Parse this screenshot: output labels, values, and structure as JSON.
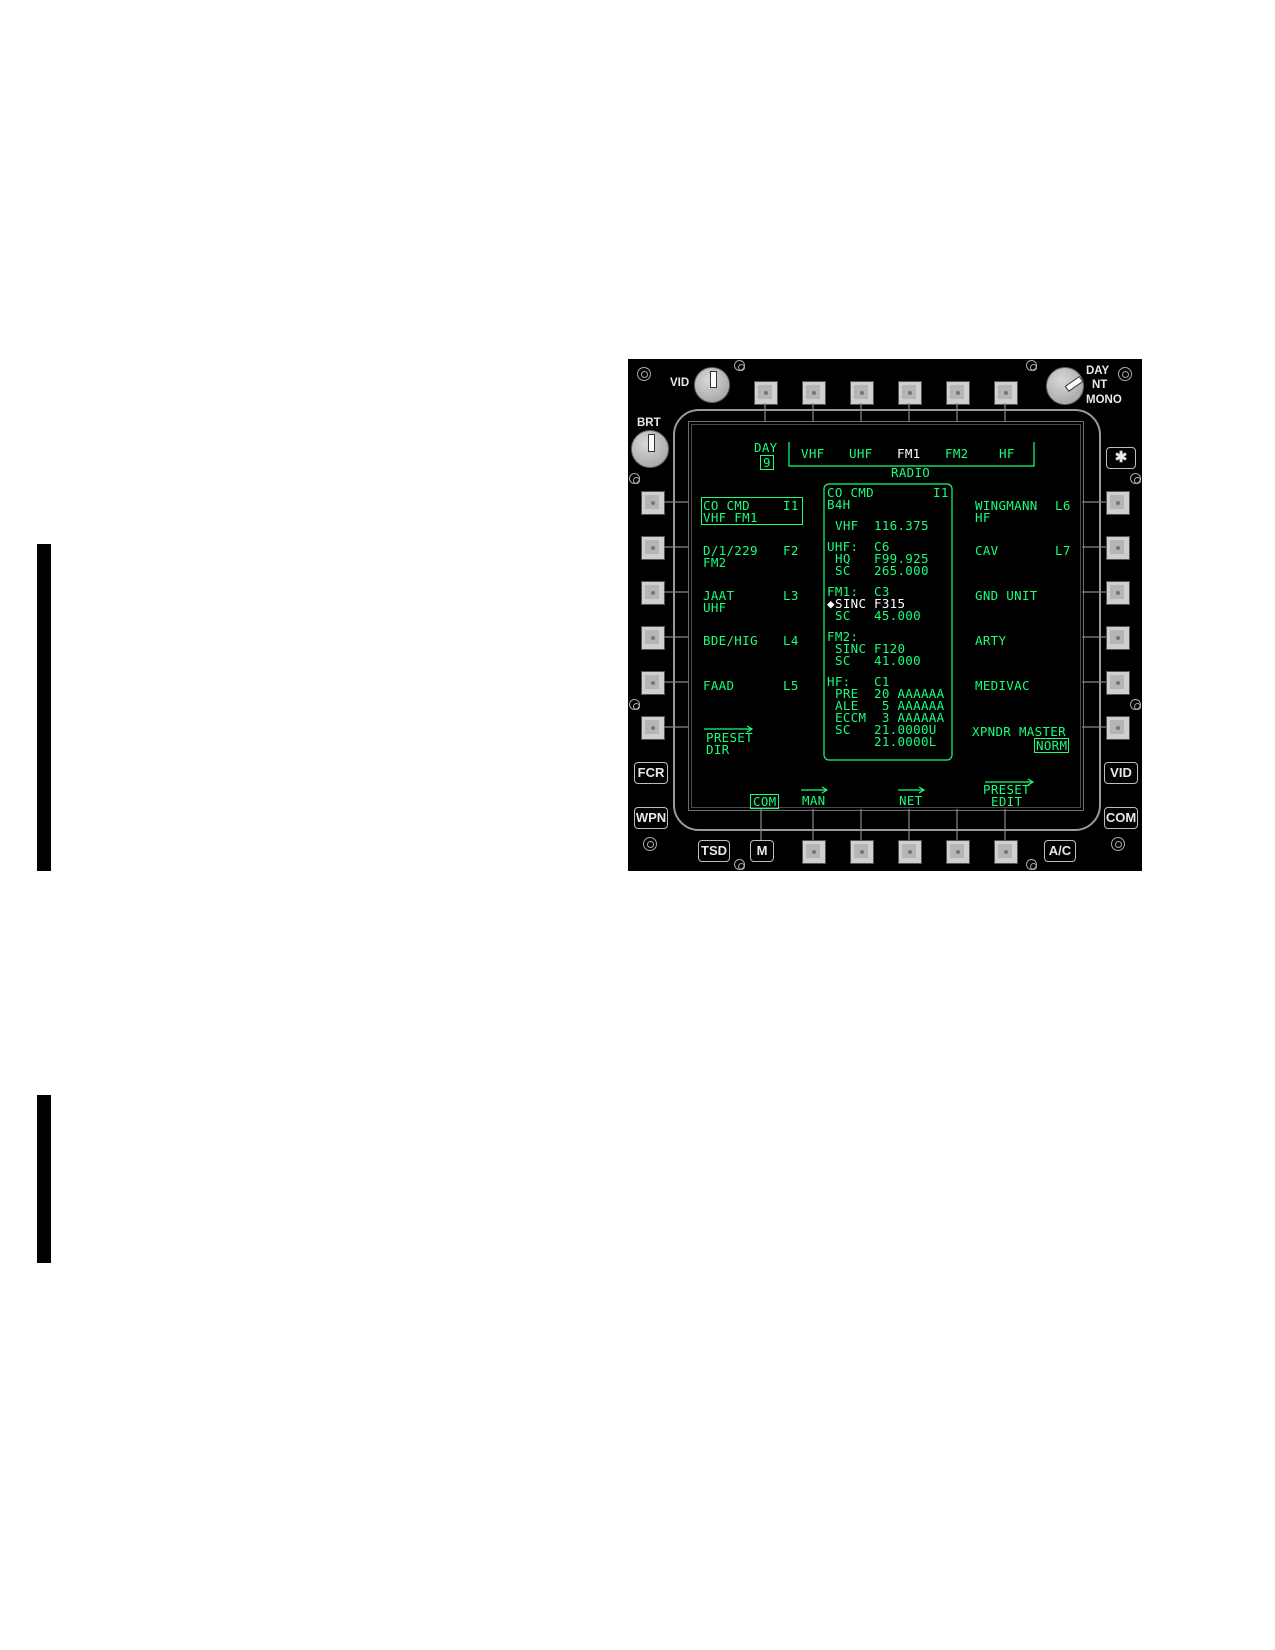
{
  "bezel": {
    "vid_knob": "VID",
    "brt_knob": "BRT",
    "mode_knob": {
      "day": "DAY",
      "nt": "NT",
      "mono": "MONO"
    },
    "left_buttons": {
      "fcr": "FCR",
      "wpn": "WPN"
    },
    "right_buttons": {
      "star": "✱",
      "vid": "VID",
      "com": "COM"
    },
    "bottom_buttons": {
      "tsd": "TSD",
      "m": "M",
      "ac": "A/C"
    }
  },
  "screen": {
    "day": {
      "label": "DAY",
      "value": "9"
    },
    "tabs": [
      "VHF",
      "UHF",
      "FM1",
      "FM2",
      "HF"
    ],
    "selected_tab": "FM1",
    "page_title": "RADIO",
    "left": {
      "l1": {
        "line1": "CO CMD",
        "code": "I1",
        "line2": "VHF FM1"
      },
      "l2": {
        "line1": "D/1/229",
        "code": "F2",
        "line2": "FM2"
      },
      "l3": {
        "line1": "JAAT",
        "code": "L3",
        "line2": "UHF"
      },
      "l4": {
        "line1": "BDE/HIG",
        "code": "L4"
      },
      "l5": {
        "line1": "FAAD",
        "code": "L5"
      },
      "l6": {
        "line1": "PRESET",
        "line2": "DIR"
      }
    },
    "right": {
      "r1": {
        "line1": "WINGMANN",
        "code": "L6",
        "line2": "HF"
      },
      "r2": {
        "line1": "CAV",
        "code": "L7"
      },
      "r3": {
        "line1": "GND UNIT"
      },
      "r4": {
        "line1": "ARTY"
      },
      "r5": {
        "line1": "MEDIVAC"
      },
      "r6": {
        "line1": "XPNDR MASTER",
        "status": "NORM"
      }
    },
    "center": {
      "header": {
        "name": "CO CMD",
        "code": "I1",
        "callsign": "B4H"
      },
      "vhf": {
        "label": "VHF",
        "freq": "116.375"
      },
      "uhf": {
        "label": "UHF:",
        "channel": "C6",
        "hq_label": "HQ",
        "hq": "F99.925",
        "sc_label": "SC",
        "sc": "265.000"
      },
      "fm1": {
        "label": "FM1:",
        "channel": "C3",
        "sinc_label": "SINC",
        "sinc": "F315",
        "sc_label": "SC",
        "sc": "45.000"
      },
      "fm2": {
        "label": "FM2:",
        "sinc_label": "SINC",
        "sinc": "F120",
        "sc_label": "SC",
        "sc": "41.000"
      },
      "hf": {
        "label": "HF:",
        "channel": "C1",
        "pre_label": "PRE",
        "pre": "20 AAAAAA",
        "ale_label": "ALE",
        "ale": " 5 AAAAAA",
        "eccm_label": "ECCM",
        "eccm": " 3 AAAAAA",
        "sc_label": "SC",
        "sc_u": "21.0000U",
        "sc_l": "21.0000L"
      }
    },
    "bottom": {
      "com": "COM",
      "man": "MAN",
      "net": "NET",
      "preset_line1": "PRESET",
      "preset_line2": "EDIT"
    }
  }
}
